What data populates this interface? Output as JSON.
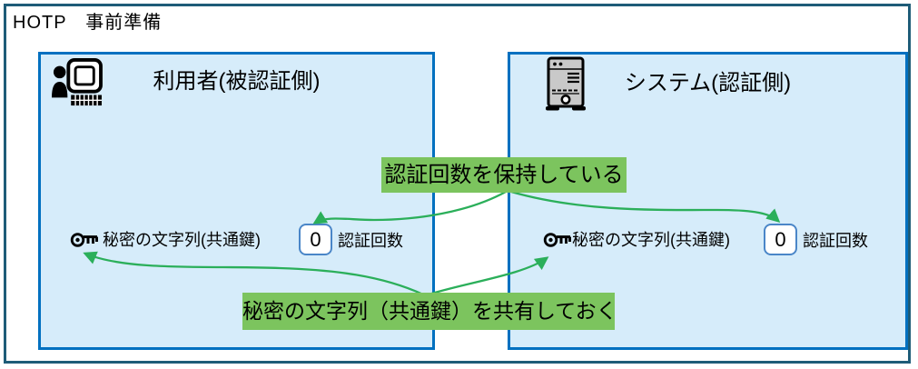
{
  "diagram": {
    "title": "HOTP　事前準備",
    "user_box": {
      "header": "利用者(被認証側)",
      "secret": {
        "label": "秘密の文字列(共通鍵)"
      },
      "counter": {
        "value": "0",
        "label": "認証回数"
      }
    },
    "system_box": {
      "header": "システム(認証側)",
      "secret": {
        "label": "秘密の文字列(共通鍵)"
      },
      "counter": {
        "value": "0",
        "label": "認証回数"
      }
    },
    "notes": {
      "counter_note": "認証回数を保持している",
      "secret_note": "秘密の文字列（共通鍵）を共有しておく"
    },
    "colors": {
      "outer_border": "#1E5C78",
      "actor_border": "#0070C0",
      "actor_fill": "#D6ECFA",
      "note_background": "#7CC45E",
      "arrow_green": "#2BAF5A",
      "counter_box_border": "#4A86C8"
    }
  }
}
